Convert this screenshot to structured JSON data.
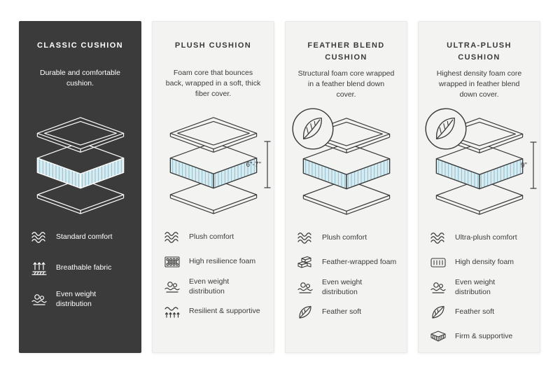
{
  "colors": {
    "page_bg": "#ffffff",
    "dark_panel_bg": "#3b3b3b",
    "light_panel_bg": "#f3f3f1",
    "cushion_core_fill": "#d6ecf2",
    "dark_text": "#3b3b3b",
    "light_text": "#ffffff"
  },
  "panels": [
    {
      "id": "classic",
      "title": "CLASSIC CUSHION",
      "description": "Durable and comfortable cushion.",
      "features": [
        {
          "icon": "waves-icon",
          "label": "Standard comfort"
        },
        {
          "icon": "breathable-icon",
          "label": "Breathable fabric"
        },
        {
          "icon": "weight-distribution-icon",
          "label": "Even weight distribution"
        }
      ]
    },
    {
      "id": "plush",
      "title": "PLUSH CUSHION",
      "description": "Foam core that bounces back, wrapped in a soft, thick fiber cover.",
      "measurement": "6\"-7\"",
      "features": [
        {
          "icon": "waves-icon",
          "label": "Plush comfort"
        },
        {
          "icon": "foam-coils-icon",
          "label": "High resilience foam"
        },
        {
          "icon": "weight-distribution-icon",
          "label": "Even weight distribution"
        },
        {
          "icon": "springs-icon",
          "label": "Resilient & supportive"
        }
      ]
    },
    {
      "id": "feather-blend",
      "title": "FEATHER BLEND CUSHION",
      "description": "Structural foam core wrapped in a feather blend down cover.",
      "features": [
        {
          "icon": "waves-icon",
          "label": "Plush comfort"
        },
        {
          "icon": "foam-bricks-icon",
          "label": "Feather-wrapped foam"
        },
        {
          "icon": "weight-distribution-icon",
          "label": "Even weight distribution"
        },
        {
          "icon": "feather-icon",
          "label": "Feather soft"
        }
      ]
    },
    {
      "id": "ultra-plush",
      "title": "ULTRA-PLUSH CUSHION",
      "description": "Highest density foam core wrapped in feather blend down cover.",
      "measurement": "9\"",
      "features": [
        {
          "icon": "waves-icon",
          "label": "Ultra-plush comfort"
        },
        {
          "icon": "foam-density-icon",
          "label": "High density foam"
        },
        {
          "icon": "weight-distribution-icon",
          "label": "Even weight distribution"
        },
        {
          "icon": "feather-icon",
          "label": "Feather soft"
        },
        {
          "icon": "firm-icon",
          "label": "Firm & supportive"
        }
      ]
    }
  ]
}
